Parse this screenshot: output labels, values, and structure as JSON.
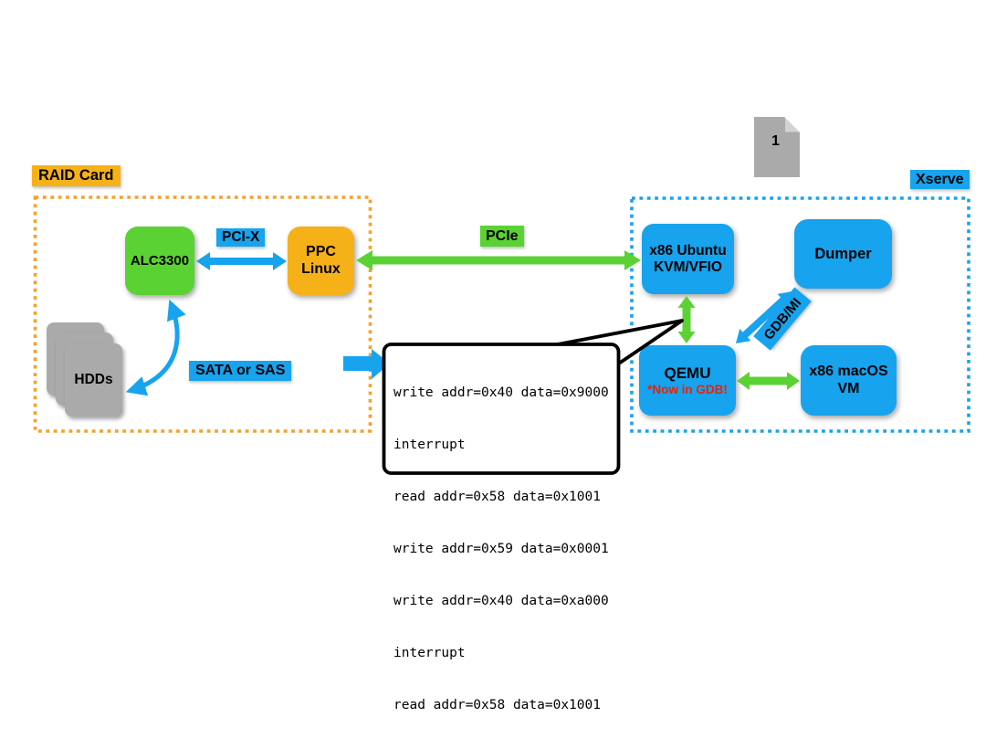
{
  "colors": {
    "blue": "#17A3EE",
    "green": "#5BD233",
    "orange": "#F6B118",
    "orange_dash": "#F7A028",
    "gray": "#AAAAAA",
    "gray_light": "#D3D3D3",
    "red": "#ED2200",
    "ink": "#000000"
  },
  "raid_card": {
    "label": "RAID Card",
    "alc3300": "ALC3300",
    "pci_x": "PCI-X",
    "ppc_line1": "PPC",
    "ppc_line2": "Linux",
    "hdds": "HDDs",
    "sata": "SATA or SAS"
  },
  "interconnect": {
    "pcie": "PCIe"
  },
  "xserve": {
    "label": "Xserve",
    "ubuntu_line1": "x86 Ubuntu",
    "ubuntu_line2": "KVM/VFIO",
    "dumper": "Dumper",
    "gdb_mi": "GDB/MI",
    "qemu": "QEMU",
    "qemu_note": "*Now in GDB!",
    "macos_line1": "x86 macOS",
    "macos_line2": "VM"
  },
  "page_marker": {
    "number": "1"
  },
  "trace_bubble": {
    "lines": [
      "write addr=0x40 data=0x9000",
      "interrupt",
      "read addr=0x58 data=0x1001",
      "write addr=0x59 data=0x0001",
      "write addr=0x40 data=0xa000",
      "interrupt",
      "read addr=0x58 data=0x1001"
    ]
  }
}
